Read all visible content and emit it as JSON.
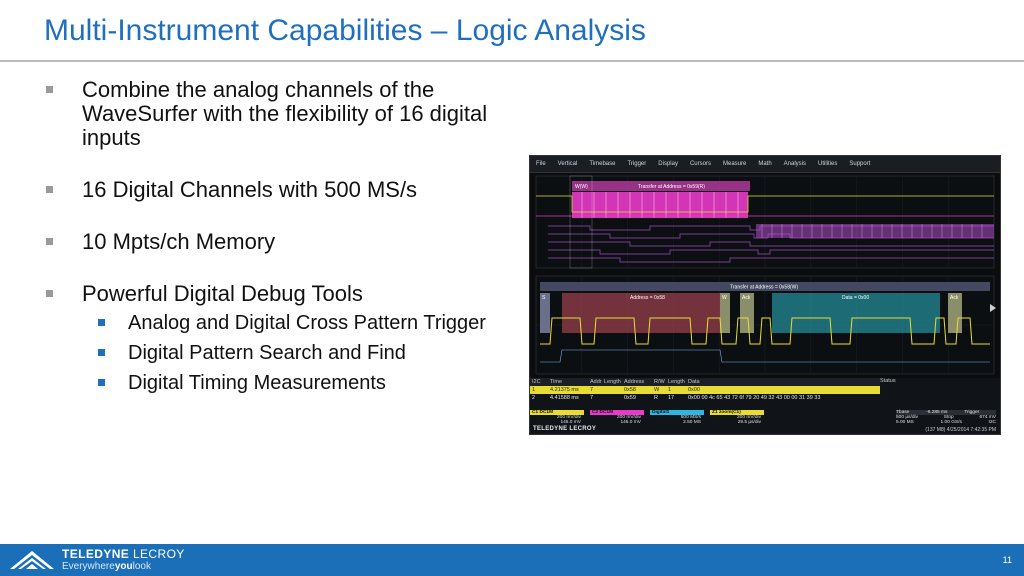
{
  "slide": {
    "title": "Multi-Instrument Capabilities – Logic Analysis",
    "page_number": "11"
  },
  "bullets": [
    {
      "text": "Combine the analog channels of the WaveSurfer with the flexibility of 16 digital inputs"
    },
    {
      "text": "16 Digital Channels with 500 MS/s"
    },
    {
      "text": "10 Mpts/ch Memory"
    },
    {
      "text": "Powerful Digital Debug Tools",
      "sub": [
        "Analog and Digital Cross Pattern Trigger",
        "Digital Pattern Search and Find",
        "Digital Timing Measurements"
      ]
    }
  ],
  "scope": {
    "menu": [
      "File",
      "Vertical",
      "Timebase",
      "Trigger",
      "Display",
      "Cursors",
      "Measure",
      "Math",
      "Analysis",
      "Utilities",
      "Support"
    ],
    "decode_top": {
      "rw": "W(W)",
      "transfer": "Transfer at Address = 0x59(R)"
    },
    "decode_zoom": {
      "transfer": "Transfer at Address = 0x58(W)",
      "address": "Address = 0x58",
      "data": "Data = 0x00",
      "start": "S",
      "w": "W",
      "ack": "Ack"
    },
    "table": {
      "headers": [
        "I2C",
        "Time",
        "Addr",
        "Length",
        "Address",
        "R/W",
        "Length",
        "Data"
      ],
      "status_header": "Status",
      "rows": [
        [
          "1",
          "4.21375 ms",
          "7",
          "",
          "0x58",
          "W",
          "1",
          "0x00",
          ""
        ],
        [
          "2",
          "4.41588 ms",
          "7",
          "",
          "0x59",
          "R",
          "17",
          "0x00 00 4c 65 43 72 6f 79 20 49 32 43 00 00 31 39 33",
          ""
        ]
      ]
    },
    "channels": [
      {
        "tag": "C1",
        "tag_label": "DC1M",
        "v1": "200 mV/div",
        "v2": "145.0 mV",
        "color": "#e8dc34"
      },
      {
        "tag": "C2",
        "tag_label": "DC1M",
        "v1": "200 mV/div",
        "v2": "145.0 mV",
        "color": "#e83ac8"
      },
      {
        "tag": "Digital1",
        "tag_label": "",
        "v1": "500 MS/s",
        "v2": "2.50 MS",
        "color": "#2fb6e0"
      },
      {
        "tag": "Z1",
        "tag_label": "zoom(C1)",
        "v1": "200 mV/div",
        "v2": "29.5 µs/div",
        "color": "#e8dc34"
      }
    ],
    "timebase": {
      "label": "Tbase",
      "value": "-6.285 ms",
      "trigger_label": "Trigger",
      "trigger_value": "",
      "row2a": "500 µs/div",
      "row2b": "Stop",
      "row2c": "674 mV",
      "row3a": "5.00 MS",
      "row3b": "1.00 GS/s",
      "row3c": "I2C"
    },
    "brand": "TELEDYNE LECROY",
    "stamp": "(137 M8) 4/25/2014 7:42:35 PM"
  },
  "footer": {
    "brand_bold": "TELEDYNE",
    "brand_light": "LECROY",
    "tagline_pre": "Everywhere",
    "tagline_bold": "you",
    "tagline_post": "look"
  },
  "colors": {
    "title": "#1f6fbf",
    "footer": "#1b6fb8",
    "decode_magenta": "#e83ac8",
    "decode_teal": "#2aa8b8",
    "analog_yellow": "#e8dc34",
    "digital_purple": "#a04cc0"
  }
}
